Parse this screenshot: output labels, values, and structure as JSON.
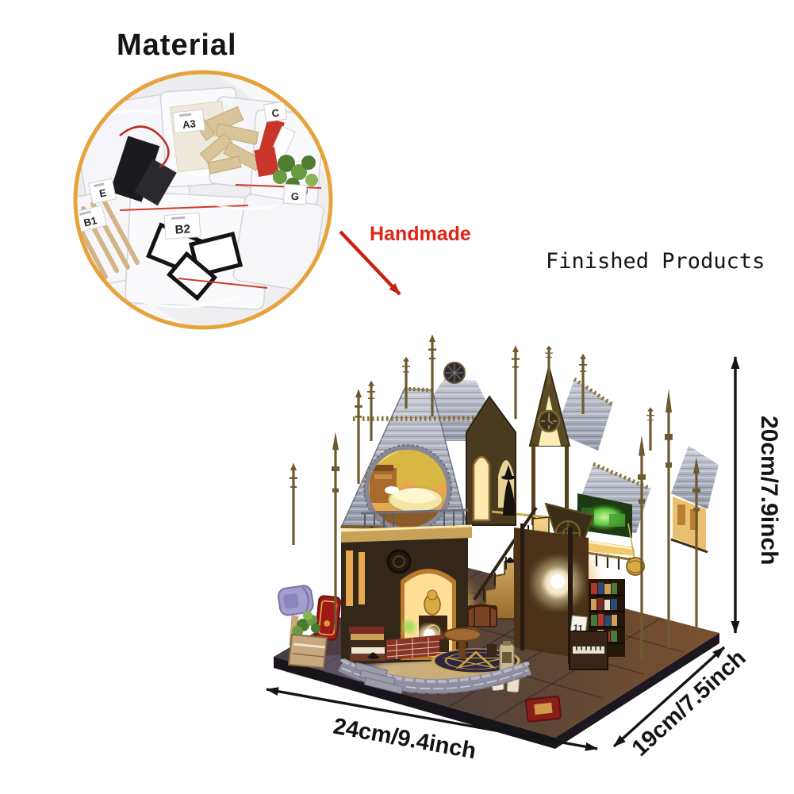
{
  "material": {
    "title": "Material",
    "bag_labels": [
      "E",
      "A3",
      "B1",
      "B2",
      "G",
      "C"
    ]
  },
  "handmade": {
    "label": "Handmade"
  },
  "finished": {
    "label": "Finished Products"
  },
  "dimensions": {
    "height": "20cm/7.9inch",
    "width": "24cm/9.4inch",
    "depth": "19cm/7.5inch"
  },
  "product": {
    "calendar_card": "11"
  },
  "palette": {
    "ring_orange": "#E8A23C",
    "annotation_red": "#CC2015",
    "handmade_red": "#E02417",
    "text_black": "#141414",
    "roof_gray": "#9BA0AF",
    "brass_gold": "#77602C",
    "warm_light": "#F3B65C",
    "green_glow": "#58C23C"
  }
}
